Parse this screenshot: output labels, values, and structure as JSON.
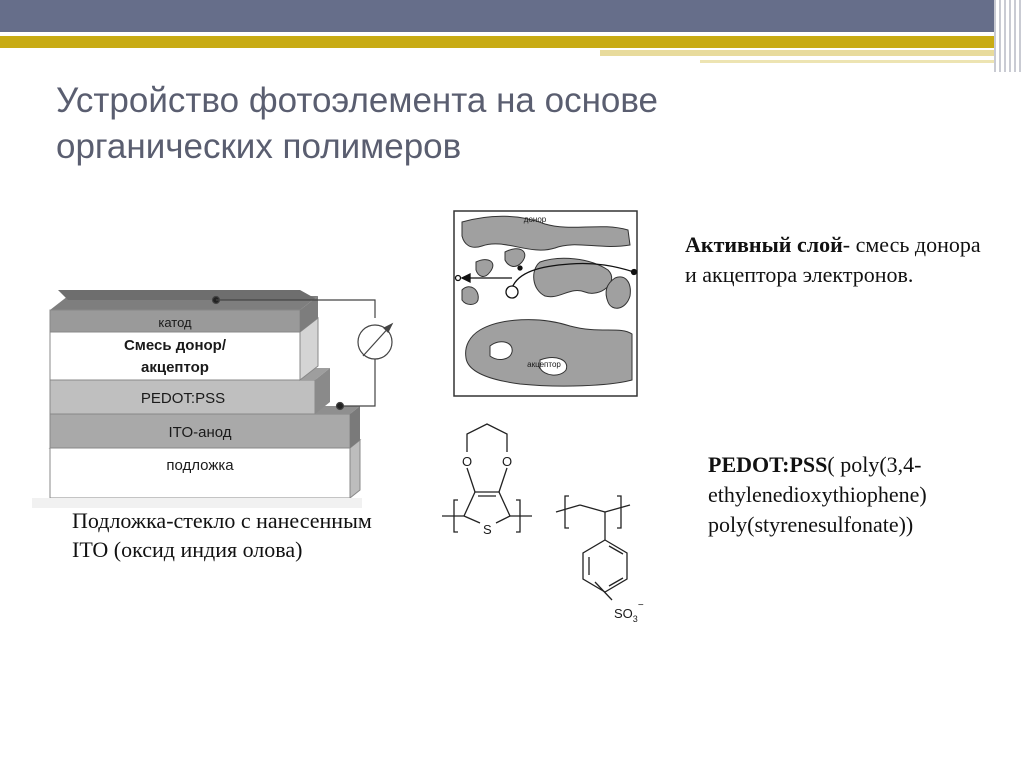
{
  "title_line1": "Устройство фотоэлемента на основе",
  "title_line2": "органических полимеров",
  "device": {
    "layers": {
      "cathode": "катод",
      "blend_line1": "Смесь донор/",
      "blend_line2": "акцептор",
      "pedot": "PEDOT:PSS",
      "ito": "ITO-анод",
      "substrate": "подложка"
    }
  },
  "morphology": {
    "donor_label": "донор",
    "acceptor_label": "акцептор"
  },
  "chemistry": {
    "oxygen": "O",
    "sulfur": "S",
    "sulfonate": "SO",
    "sulfonate_sub": "3",
    "sulfonate_charge": "−"
  },
  "captions": {
    "substrate_text": "Подложка-стекло с нанесенным ITO (оксид индия олова)",
    "active_bold": "Активный слой",
    "active_rest": "- смесь донора и акцептора электронов.",
    "pedot_bold": "PEDOT:PSS",
    "pedot_rest": "( poly(3,4-ethylenedioxythiophene) poly(styrenesulfonate))"
  }
}
